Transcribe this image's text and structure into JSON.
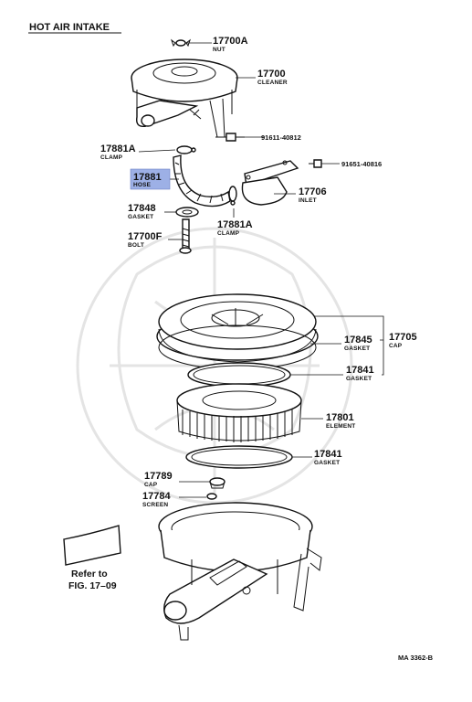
{
  "title": "HOT AIR INTAKE",
  "parts": [
    {
      "number": "17700A",
      "name": "NUT"
    },
    {
      "number": "17700",
      "name": "CLEANER"
    },
    {
      "number": "91611-40812",
      "name": ""
    },
    {
      "number": "17881A",
      "name": "CLAMP"
    },
    {
      "number": "91651-40816",
      "name": ""
    },
    {
      "number": "17881",
      "name": "HOSE"
    },
    {
      "number": "17706",
      "name": "INLET"
    },
    {
      "number": "17848",
      "name": "GASKET"
    },
    {
      "number": "17881A",
      "name": "CLAMP"
    },
    {
      "number": "17700F",
      "name": "BOLT"
    },
    {
      "number": "17845",
      "name": "GASKET"
    },
    {
      "number": "17705",
      "name": "CAP"
    },
    {
      "number": "17841",
      "name": "GASKET"
    },
    {
      "number": "17801",
      "name": "ELEMENT"
    },
    {
      "number": "17841",
      "name": "GASKET"
    },
    {
      "number": "17789",
      "name": "CAP"
    },
    {
      "number": "17784",
      "name": "SCREEN"
    }
  ],
  "reference": {
    "line1": "Refer to",
    "line2": "FIG. 17–09"
  },
  "diagram_code": "MA 3362-B",
  "highlight_color": "#9db0e6"
}
